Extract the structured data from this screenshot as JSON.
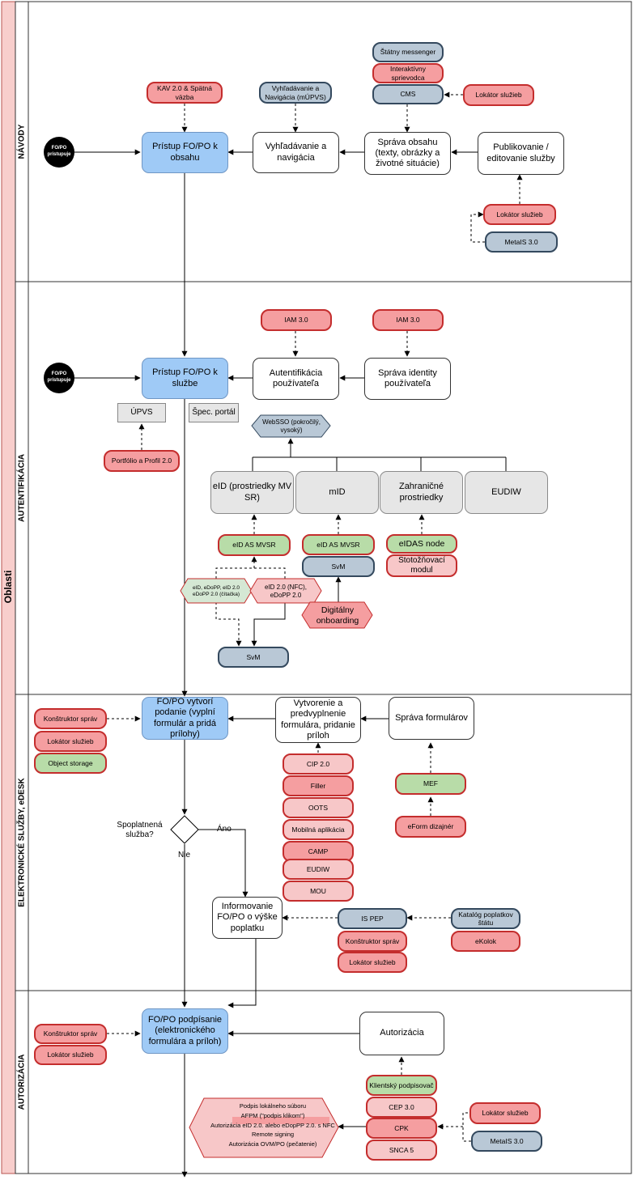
{
  "main_title": "Oblasti",
  "lanes": {
    "navody": "NÁVODY",
    "autentifikacia": "AUTENTIFIKÁCIA",
    "elektronicke": "ELEKTRONICKÉ SLUŽBY, eDESK",
    "autorizacia": "AUTORIZÁCIA"
  },
  "start": {
    "line1": "FO/PO",
    "line2": "pristupuje"
  },
  "navody": {
    "pristup_obsah": "Prístup FO/PO k obsahu",
    "kav": "KAV 2.0 & Spätná väzba",
    "vyhladavanie_mupvs": "Vyhľadávanie a Navigácia (mÚPVS)",
    "vyhladavanie": "Vyhľadávanie a navigácia",
    "statny_messenger": "Štátny messenger",
    "interaktivny": "Interaktívny sprievodca",
    "cms": "CMS",
    "lokator1": "Lokátor služieb",
    "sprava_obsahu": "Správa obsahu (texty, obrázky a životné situácie)",
    "publikovanie": "Publikovanie / editovanie služby",
    "lokator2": "Lokátor služieb",
    "metais": "MetaIS 3.0"
  },
  "autentifikacia": {
    "iam1": "IAM 3.0",
    "iam2": "IAM 3.0",
    "pristup_sluzbe": "Prístup FO/PO k službe",
    "autentifikacia": "Autentifikácia používateľa",
    "sprava_identity": "Správa identity používateľa",
    "upvs": "ÚPVS",
    "spec_portal": "Špec. portál",
    "portfolio": "Portfólio a Profil 2.0",
    "websso": "WebSSO (pokročilý, vysoký)",
    "eid": "eID (prostriedky MV SR)",
    "mid": "mID",
    "zahranicne": "Zahraničné prostriedky",
    "eudiw": "EUDIW",
    "eid_as1": "eID AS MVSR",
    "eid_as2": "eID AS MVSR",
    "svm1": "SvM",
    "eidas_node": "eIDAS node",
    "stotoznovaci": "Stotožňovací modul",
    "eid_hex1": "eID, eDoPP, eID 2.0 eDoPP 2.0 (čítačka)",
    "eid_hex2": "eID 2.0 (NFC), eDoPP 2.0",
    "digitalny": "Digitálny onboarding",
    "svm2": "SvM"
  },
  "elektronicke": {
    "konstruktor1": "Konštruktor správ",
    "lokator1": "Lokátor služieb",
    "object_storage": "Object storage",
    "podanie": "FO/PO vytvorí podanie (vyplní formulár a pridá prílohy)",
    "vytvorenie": "Vytvorenie a predvyplnenie formulára, pridanie príloh",
    "sprava_formularov": "Správa formulárov",
    "cip": "CIP 2.0",
    "filler": "Filler",
    "oots": "OOTS",
    "mobilna": "Mobilná aplikácia",
    "camp": "CAMP",
    "eudiw": "EUDIW",
    "mou": "MOU",
    "mef": "MEF",
    "eform": "eForm dizajnér",
    "spoplatnena": "Spoplatnená služba?",
    "ano": "Áno",
    "nie": "Nie",
    "informovanie": "Informovanie FO/PO o výške poplatku",
    "is_pep": "IS PEP",
    "konstruktor2": "Konštruktor správ",
    "lokator2": "Lokátor služieb",
    "katalog": "Katalóg poplatkov štátu",
    "ekolok": "eKolok"
  },
  "autorizacia": {
    "konstruktor": "Konštruktor správ",
    "lokator": "Lokátor služieb",
    "podpisanie": "FO/PO podpísanie (elektronického formulára a príloh)",
    "autorizacia": "Autorizácia",
    "klientsky": "Klientský podpisovač",
    "cep": "CEP 3.0",
    "cpk": "CPK",
    "snca": "SNCA 5",
    "lokator2": "Lokátor služieb",
    "metais": "MetaIS 3.0",
    "hex_lines": [
      "Podpis lokálneho súboru",
      "AFPM (\"podpis klikom\")",
      "Autorizácia eID 2.0. alebo eDopPP 2.0. s NFC",
      "Remote signing",
      "Autorizácia OVM/PO (pečatenie)"
    ]
  }
}
